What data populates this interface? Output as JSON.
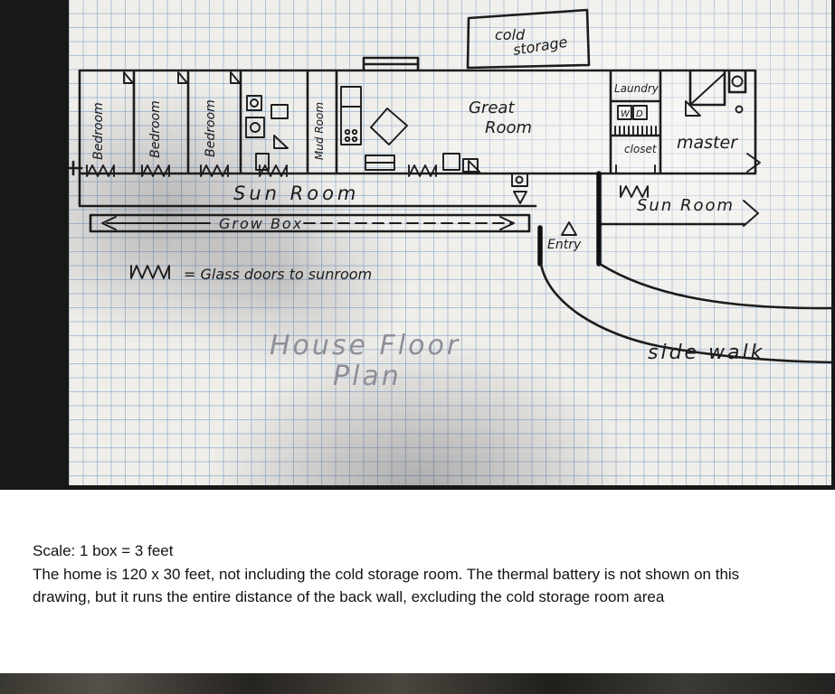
{
  "colors": {
    "ink": "#1c1c1e",
    "pencil": "#8e8e99",
    "grid_blue": "#769cc2",
    "paper": "#f0eeea",
    "photo_background": "#181817"
  },
  "photo": {
    "plan_labels": {
      "cold_storage_line1": "cold",
      "cold_storage_line2": "storage",
      "bedroom_1": "Bedroom",
      "bedroom_2": "Bedroom",
      "bedroom_3": "Bedroom",
      "mud_room": "Mud Room",
      "great_room_line1": "Great",
      "great_room_line2": "Room",
      "laundry": "Laundry",
      "washer": "W",
      "dryer": "D",
      "closet": "closet",
      "master": "master",
      "sun_room_left": "Sun Room",
      "grow_box": "Grow Box",
      "sun_room_right": "Sun Room",
      "entry": "Entry",
      "legend_text": "= Glass doors to sunroom",
      "title_line1": "House Floor",
      "title_line2": "Plan",
      "side_walk": "side walk"
    }
  },
  "caption": {
    "scale_line": "Scale: 1 box = 3 feet",
    "body": "The home is 120 x 30 feet, not including the cold storage room.  The thermal battery is not shown on this drawing, but it runs the entire distance of the back wall, excluding the cold storage room area"
  }
}
